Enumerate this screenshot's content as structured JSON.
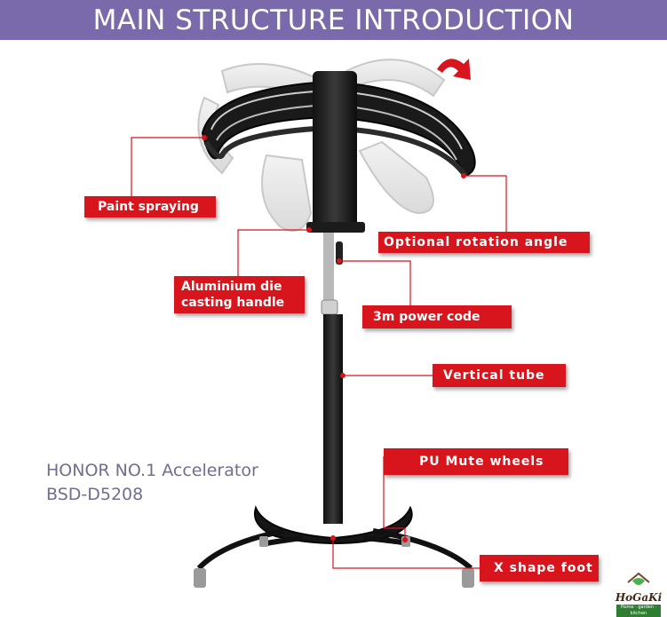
{
  "header": {
    "title": "MAIN STRUCTURE INTRODUCTION"
  },
  "callouts": {
    "paint_spraying": "Paint spraying",
    "rotation_angle": "Optional rotation angle",
    "handle_line1": "Aluminium die",
    "handle_line2": "casting handle",
    "power_code": "3m power code",
    "vertical_tube": "Vertical tube",
    "mute_wheels": "PU Mute wheels",
    "x_foot": "X shape foot"
  },
  "product": {
    "name": "HONOR NO.1 Accelerator",
    "model": "BSD-D5208"
  },
  "logo": {
    "name": "HoGaKi",
    "tagline": "Home · garden · kitchen"
  },
  "colors": {
    "banner": "#7a69ab",
    "callout_red": "#d8141c",
    "leader_line": "#d8141c"
  }
}
